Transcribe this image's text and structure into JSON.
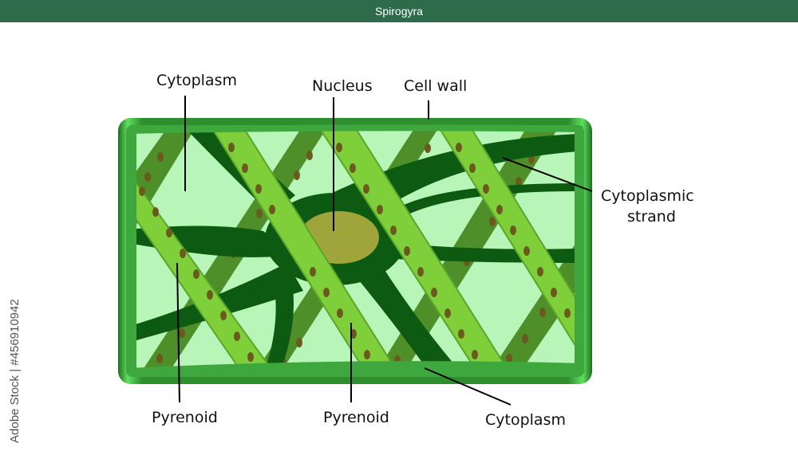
{
  "header": {
    "title": "Spirogyra"
  },
  "labels": {
    "cytoplasm_top": "Cytoplasm",
    "nucleus": "Nucleus",
    "cell_wall": "Cell wall",
    "cytoplasmic_strand_line1": "Cytoplasmic",
    "cytoplasmic_strand_line2": "strand",
    "pyrenoid_left": "Pyrenoid",
    "pyrenoid_center": "Pyrenoid",
    "cytoplasm_bottom": "Cytoplasm"
  },
  "watermark": {
    "text": "Adobe Stock | #456910942"
  },
  "colors": {
    "header": "#2e6b4a",
    "cell_wall": "#2f8f2f",
    "cytoplasm": "#b8f5b8",
    "strand": "#0d5a12",
    "chloroplast": "#7fcf3a",
    "chloroplast_alt": "#4f8f2a",
    "pyrenoid": "#6b5a1e",
    "nucleus": "#9fa53a"
  }
}
